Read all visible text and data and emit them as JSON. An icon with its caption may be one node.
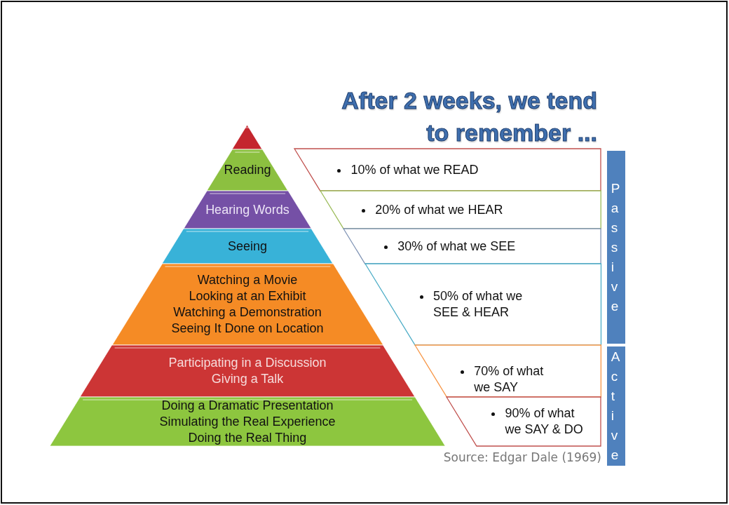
{
  "diagram": {
    "title": "After 2 weeks, we tend to remember ...",
    "nodes": [
      {
        "text": [],
        "shape": "triangle"
      },
      {
        "text": [
          "Reading"
        ]
      },
      {
        "text": [
          "Hearing Words"
        ]
      },
      {
        "text": [
          "Seeing"
        ]
      },
      {
        "text": [
          "Watching a Movie",
          "Looking at an Exhibit",
          "Watching a Demonstration",
          "Seeing It Done on Location"
        ]
      },
      {
        "text": [
          "Participating in a Discussion",
          "Giving a Talk"
        ]
      },
      {
        "text": [
          "Doing a Dramatic Presentation",
          "Simulating the Real Experience",
          "Doing the Real Thing"
        ]
      },
      {
        "text": [
          "10% of what we READ"
        ]
      },
      {
        "text": [
          "20% of what we HEAR"
        ]
      },
      {
        "text": [
          "30% of what we SEE"
        ]
      },
      {
        "text": [
          "50% of what we SEE & HEAR"
        ]
      },
      {
        "text": [
          "70% of what we SAY"
        ]
      },
      {
        "text": [
          "90% of what we SAY & DO"
        ]
      },
      {
        "text": [
          "Passive"
        ]
      },
      {
        "text": [
          "Active"
        ]
      }
    ],
    "labels": [
      "Source: Edgar Dale (1969)"
    ]
  }
}
